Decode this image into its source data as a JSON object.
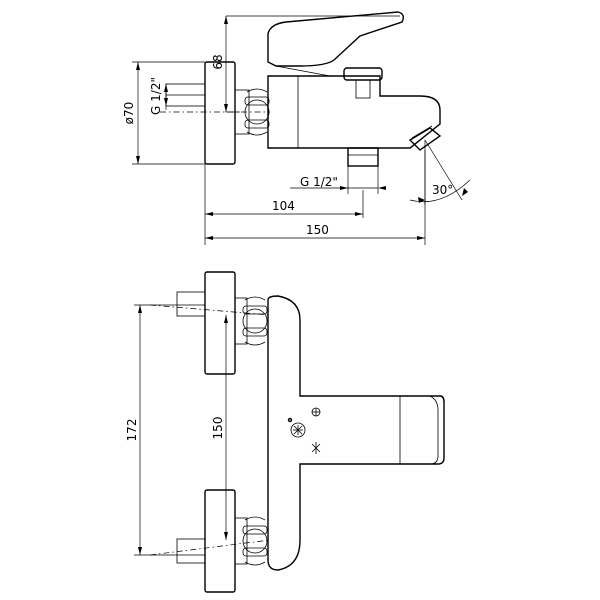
{
  "dimensions": {
    "height_68": "68",
    "diameter_70": "ø70",
    "thread_top": "G 1/2\"",
    "thread_bottom": "G 1/2\"",
    "length_104": "104",
    "length_150_side": "150",
    "angle_30": "30°",
    "height_172": "172",
    "spacing_150": "150"
  },
  "icons": {
    "hot": "hot-water-symbol",
    "cold": "cold-water-symbol",
    "grid": "aerator-grid-symbol"
  }
}
